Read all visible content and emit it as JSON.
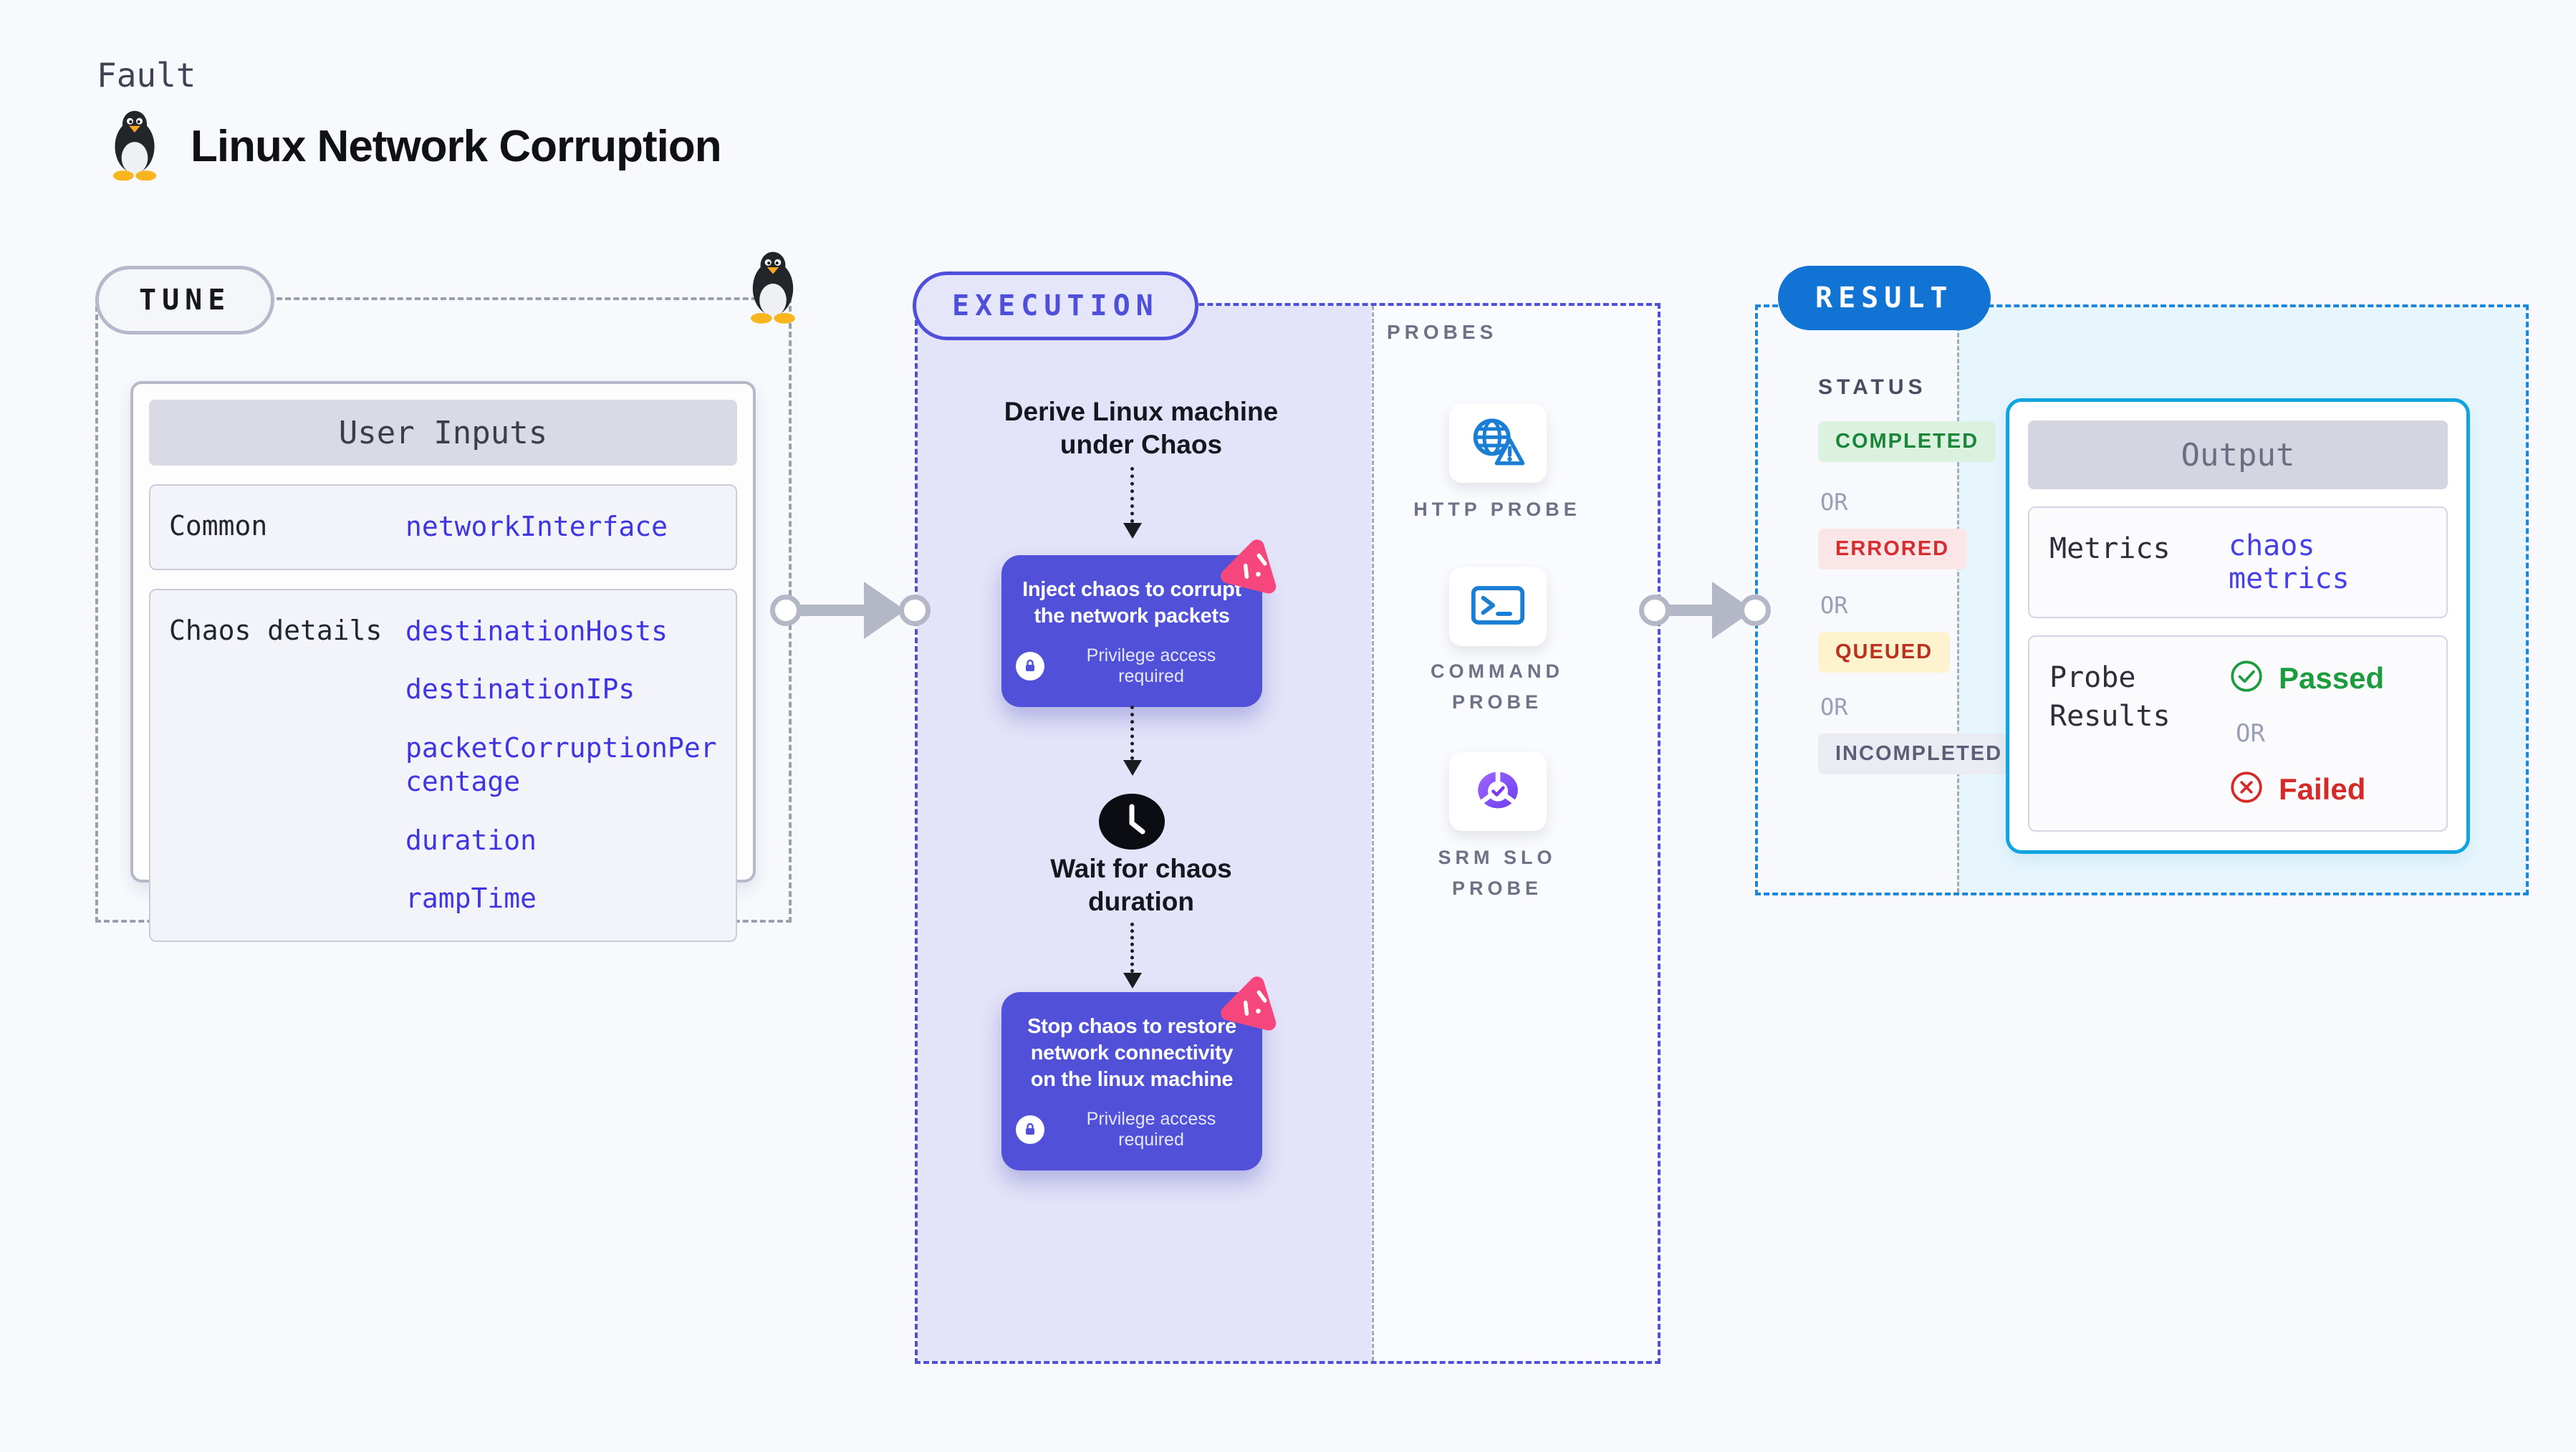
{
  "page": {
    "kicker": "Fault",
    "title": "Linux Network Corruption"
  },
  "tune": {
    "label": "TUNE",
    "card_header": "User Inputs",
    "rows": [
      {
        "label": "Common",
        "values": [
          "networkInterface"
        ]
      },
      {
        "label": "Chaos details",
        "values": [
          "destinationHosts",
          "destinationIPs",
          "packetCorruptionPercentage",
          "duration",
          "rampTime"
        ]
      }
    ]
  },
  "execution": {
    "label": "EXECUTION",
    "derive_step": "Derive Linux machine under Chaos",
    "inject_step": "Inject chaos to corrupt the network packets",
    "wait_step": "Wait for chaos duration",
    "stop_step": "Stop chaos to restore network connectivity on the linux machine",
    "privilege_note": "Privilege access required"
  },
  "probes": {
    "label": "PROBES",
    "items": [
      {
        "name": "HTTP PROBE",
        "icon": "globe-alert-icon"
      },
      {
        "name": "COMMAND PROBE",
        "icon": "terminal-icon"
      },
      {
        "name": "SRM SLO PROBE",
        "icon": "slo-donut-icon"
      }
    ]
  },
  "result": {
    "label": "RESULT",
    "status_label": "STATUS",
    "or_label": "OR",
    "statuses": [
      {
        "text": "COMPLETED",
        "fg": "#1b8539",
        "bg": "#dcf2e0"
      },
      {
        "text": "ERRORED",
        "fg": "#d62d30",
        "bg": "#fbe6e7"
      },
      {
        "text": "QUEUED",
        "fg": "#b8321f",
        "bg": "#fdf3cf"
      },
      {
        "text": "INCOMPLETED",
        "fg": "#5a5f75",
        "bg": "#ebecf3"
      }
    ],
    "output": {
      "header": "Output",
      "metrics_label": "Metrics",
      "metrics_value": "chaos metrics",
      "probe_results_label": "Probe Results",
      "passed": "Passed",
      "or": "OR",
      "failed": "Failed"
    }
  },
  "colors": {
    "accent_indigo": "#4e50d9",
    "purple_step_box": "#5051d8",
    "result_blue": "#1173d4",
    "output_border_cyan": "#10a4e0",
    "value_blue": "#3f35e3",
    "arrow_gray": "#b4b7c6",
    "chaos_logo_pink": "#f5467e",
    "passed_green": "#1d9b3f",
    "failed_red": "#d42a2a"
  }
}
